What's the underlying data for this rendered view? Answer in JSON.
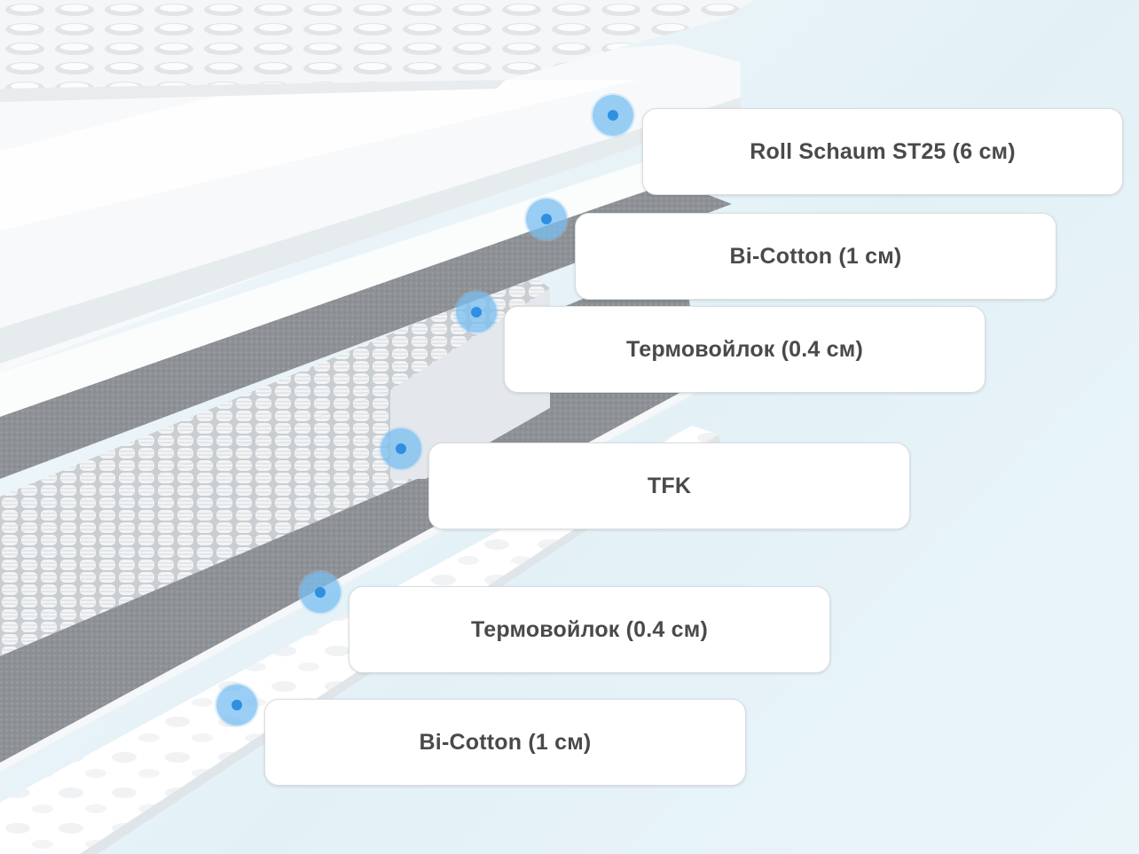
{
  "layers": [
    {
      "id": "roll-schaum",
      "label": "Roll Schaum ST25 (6 см)"
    },
    {
      "id": "bi-cotton-top",
      "label": "Bi-Cotton (1 см)"
    },
    {
      "id": "termovoilok-top",
      "label": "Термовойлок (0.4 см)"
    },
    {
      "id": "tfk",
      "label": "TFK"
    },
    {
      "id": "termovoilok-bottom",
      "label": "Термовойлок (0.4 см)"
    },
    {
      "id": "bi-cotton-bottom",
      "label": "Bi-Cotton (1 см)"
    }
  ],
  "colors": {
    "hotspot_ring": "#78bef0",
    "hotspot_dot": "#2f8fe0",
    "label_text": "#4a4a4a",
    "felt_gray": "#8e9296",
    "foam_white": "#f7f9fa"
  }
}
